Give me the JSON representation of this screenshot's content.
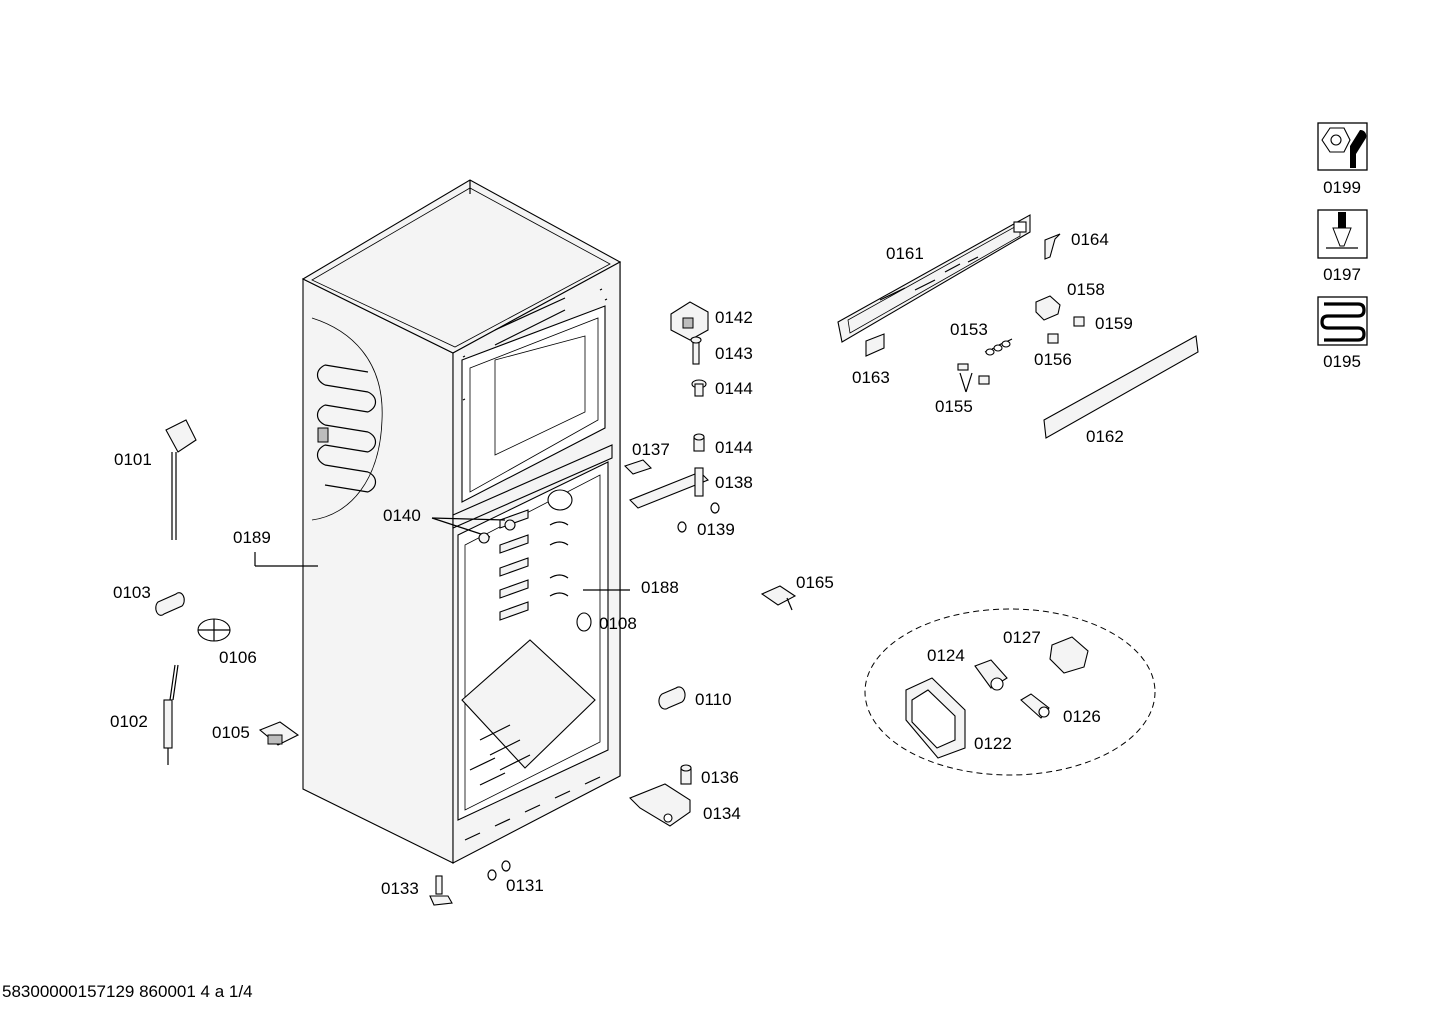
{
  "labels": {
    "p0101": "0101",
    "p0102": "0102",
    "p0103": "0103",
    "p0105": "0105",
    "p0106": "0106",
    "p0108": "0108",
    "p0110": "0110",
    "p0122": "0122",
    "p0124": "0124",
    "p0126": "0126",
    "p0127": "0127",
    "p0131": "0131",
    "p0133": "0133",
    "p0134": "0134",
    "p0136": "0136",
    "p0137": "0137",
    "p0138": "0138",
    "p0139": "0139",
    "p0140": "0140",
    "p0142": "0142",
    "p0143": "0143",
    "p0144a": "0144",
    "p0144b": "0144",
    "p0153": "0153",
    "p0155": "0155",
    "p0156": "0156",
    "p0158": "0158",
    "p0159": "0159",
    "p0161": "0161",
    "p0162": "0162",
    "p0163": "0163",
    "p0164": "0164",
    "p0165": "0165",
    "p0188": "0188",
    "p0189": "0189"
  },
  "legend_icons": [
    {
      "icon": "wrench-nut-icon",
      "code": "0199"
    },
    {
      "icon": "screwdriver-icon",
      "code": "0197"
    },
    {
      "icon": "heating-coil-icon",
      "code": "0195"
    }
  ],
  "footer": "58300000157129 860001 4 a 1/4",
  "colors": {
    "line": "#000000",
    "fill": "#f4f4f4",
    "background": "#ffffff"
  }
}
